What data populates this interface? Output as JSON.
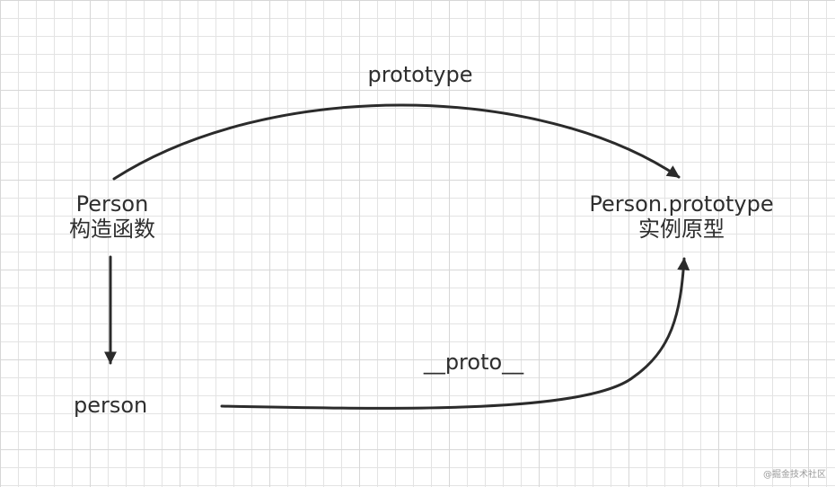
{
  "diagram": {
    "nodes": {
      "person_constructor": {
        "name": "Person",
        "subtitle": "构造函数"
      },
      "person_prototype": {
        "name": "Person.prototype",
        "subtitle": "实例原型"
      },
      "person_instance": {
        "name": "person"
      }
    },
    "edges": {
      "prototype": {
        "label": "prototype",
        "from": "person_constructor",
        "to": "person_prototype"
      },
      "construct": {
        "label": "",
        "from": "person_constructor",
        "to": "person_instance"
      },
      "proto": {
        "label": "__proto__",
        "from": "person_instance",
        "to": "person_prototype"
      }
    }
  },
  "watermark": {
    "text": "@掘金技术社区"
  },
  "colors": {
    "stroke": "#2b2b2b",
    "grid_minor": "#e3e3e3",
    "grid_major": "#d7d7d7",
    "text": "#2e2e2e",
    "watermark": "#9a9a9a"
  }
}
